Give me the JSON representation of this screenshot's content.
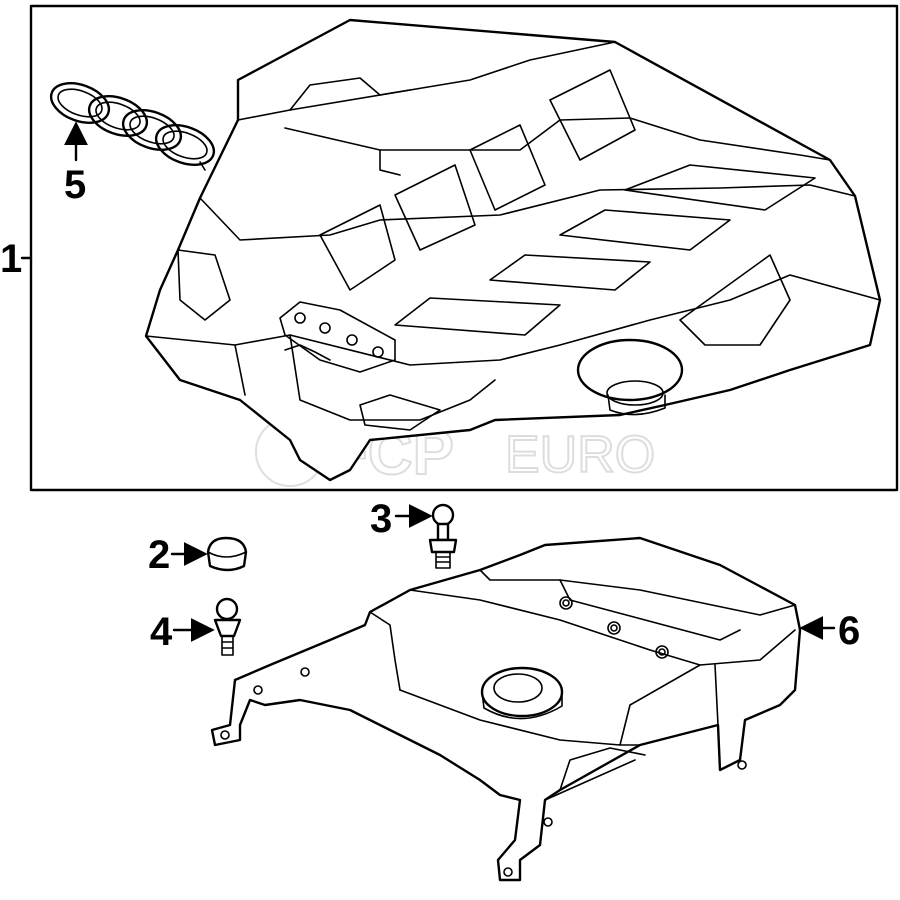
{
  "callouts": {
    "c1": "1",
    "c2": "2",
    "c3": "3",
    "c4": "4",
    "c5": "5",
    "c6": "6"
  },
  "watermark": {
    "brand": "FCP",
    "suffix": "EURO"
  }
}
